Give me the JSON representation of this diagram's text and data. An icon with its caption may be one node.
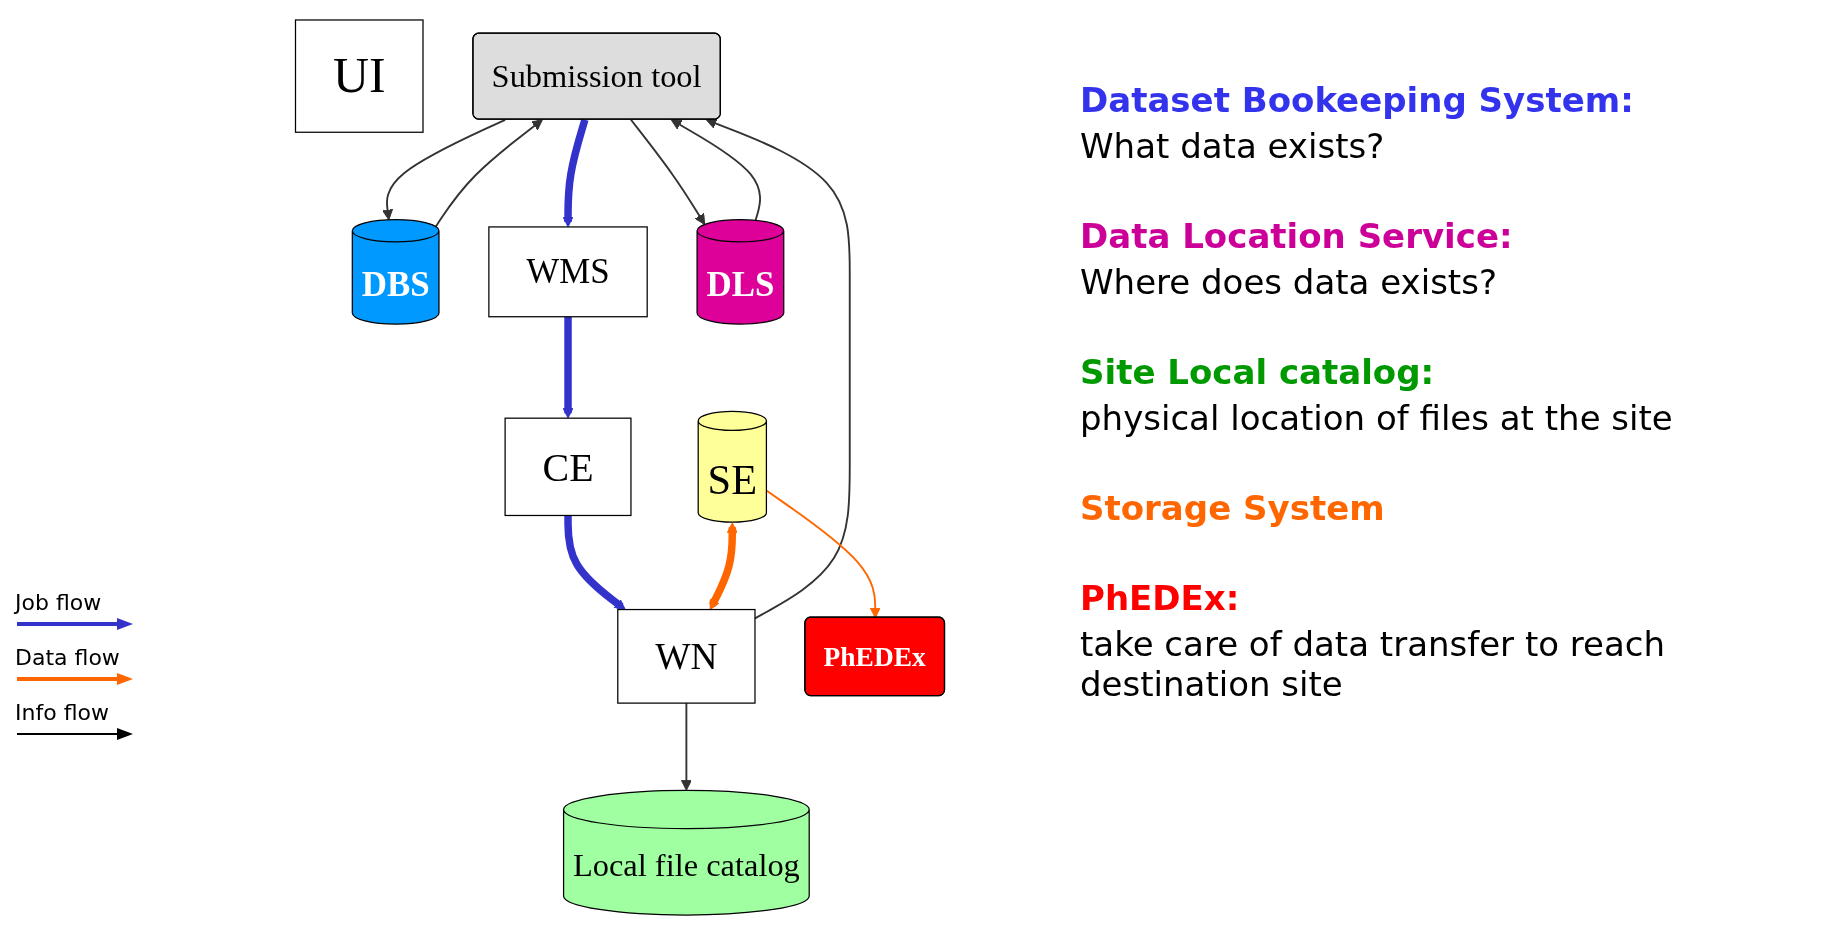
{
  "diagram": {
    "nodes": [
      {
        "text": [
          "UI"
        ]
      },
      {
        "text": [
          "Submission tool"
        ]
      },
      {
        "text": [
          "DBS"
        ]
      },
      {
        "text": [
          "WMS"
        ]
      },
      {
        "text": [
          "DLS"
        ]
      },
      {
        "text": [
          "CE"
        ]
      },
      {
        "text": [
          "Local file catalog"
        ]
      },
      {
        "text": [
          "WN"
        ]
      },
      {
        "text": [
          "SE"
        ]
      },
      {
        "text": [
          "PhEDEx"
        ]
      }
    ],
    "edges": [
      {
        "from": 2,
        "to": 1,
        "arrow": "to"
      },
      {
        "from": 1,
        "to": 2,
        "arrow": "to"
      },
      {
        "from": 4,
        "to": 1,
        "arrow": "to"
      },
      {
        "from": 1,
        "to": 4,
        "arrow": "to"
      },
      {
        "from": 1,
        "to": 3,
        "arrow": "to",
        "style": "thick",
        "color": "#3333cc"
      },
      {
        "from": 3,
        "to": 5,
        "arrow": "to",
        "style": "thick",
        "color": "#3333cc"
      },
      {
        "from": 5,
        "to": 7,
        "arrow": "to",
        "style": "thick",
        "color": "#3333cc"
      },
      {
        "from": 7,
        "to": 1,
        "arrow": "to"
      },
      {
        "from": 7,
        "to": 6,
        "arrow": "to"
      },
      {
        "from": 8,
        "to": 7,
        "arrow": "both",
        "style": "thick",
        "color": "#ff6600"
      },
      {
        "from": 8,
        "to": 9,
        "arrow": "to",
        "color": "#ff6600"
      }
    ],
    "labels": [
      "Dataset Bookeeping System:",
      "What data exists?",
      "Data Location Service:",
      "Where does data exists?",
      "Site Local catalog:",
      "physical location of files at the site",
      "Storage System",
      "PhEDEx:",
      "take care of data transfer to reach destination site"
    ],
    "legend": [
      {
        "text": "Job flow"
      },
      {
        "text": "Data flow"
      },
      {
        "text": "Info flow"
      }
    ]
  }
}
